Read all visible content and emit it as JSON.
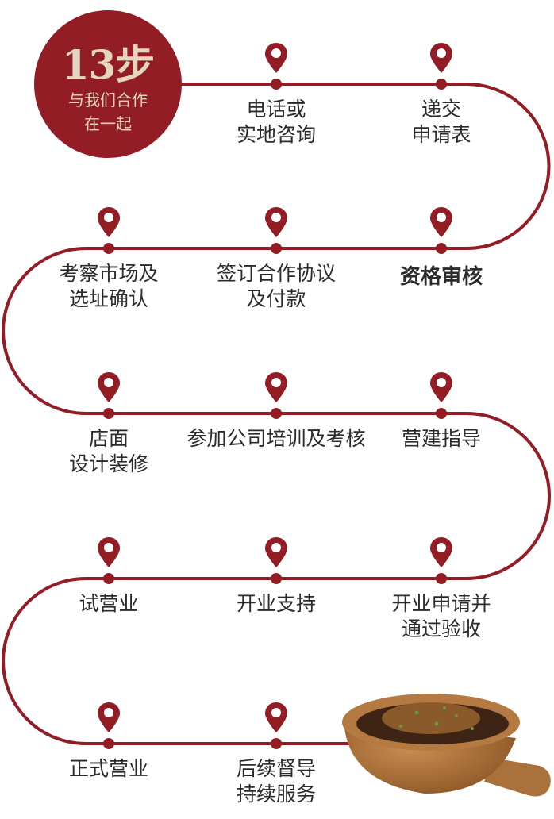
{
  "badge": {
    "count": "13步",
    "line1": "与我们合作",
    "line2": "在一起"
  },
  "colors": {
    "accent": "#931d25",
    "badge_text": "#e4d5c0",
    "label_text": "#2b2b2b"
  },
  "icons": {
    "pin": "map-pin-icon",
    "dish": "clay-pot-dish-image"
  },
  "steps": [
    {
      "order": 1,
      "lines": [
        "电话或",
        "实地咨询"
      ]
    },
    {
      "order": 2,
      "lines": [
        "递交",
        "申请表"
      ]
    },
    {
      "order": 3,
      "lines": [
        "资格审核"
      ]
    },
    {
      "order": 4,
      "lines": [
        "签订合作协议",
        "及付款"
      ]
    },
    {
      "order": 5,
      "lines": [
        "考察市场及",
        "选址确认"
      ]
    },
    {
      "order": 6,
      "lines": [
        "店面",
        "设计装修"
      ]
    },
    {
      "order": 7,
      "lines": [
        "参加公司培训及考核"
      ]
    },
    {
      "order": 8,
      "lines": [
        "营建指导"
      ]
    },
    {
      "order": 9,
      "lines": [
        "开业申请并",
        "通过验收"
      ]
    },
    {
      "order": 10,
      "lines": [
        "开业支持"
      ]
    },
    {
      "order": 11,
      "lines": [
        "试营业"
      ]
    },
    {
      "order": 12,
      "lines": [
        "正式营业"
      ]
    },
    {
      "order": 13,
      "lines": [
        "后续督导",
        "持续服务"
      ]
    }
  ]
}
